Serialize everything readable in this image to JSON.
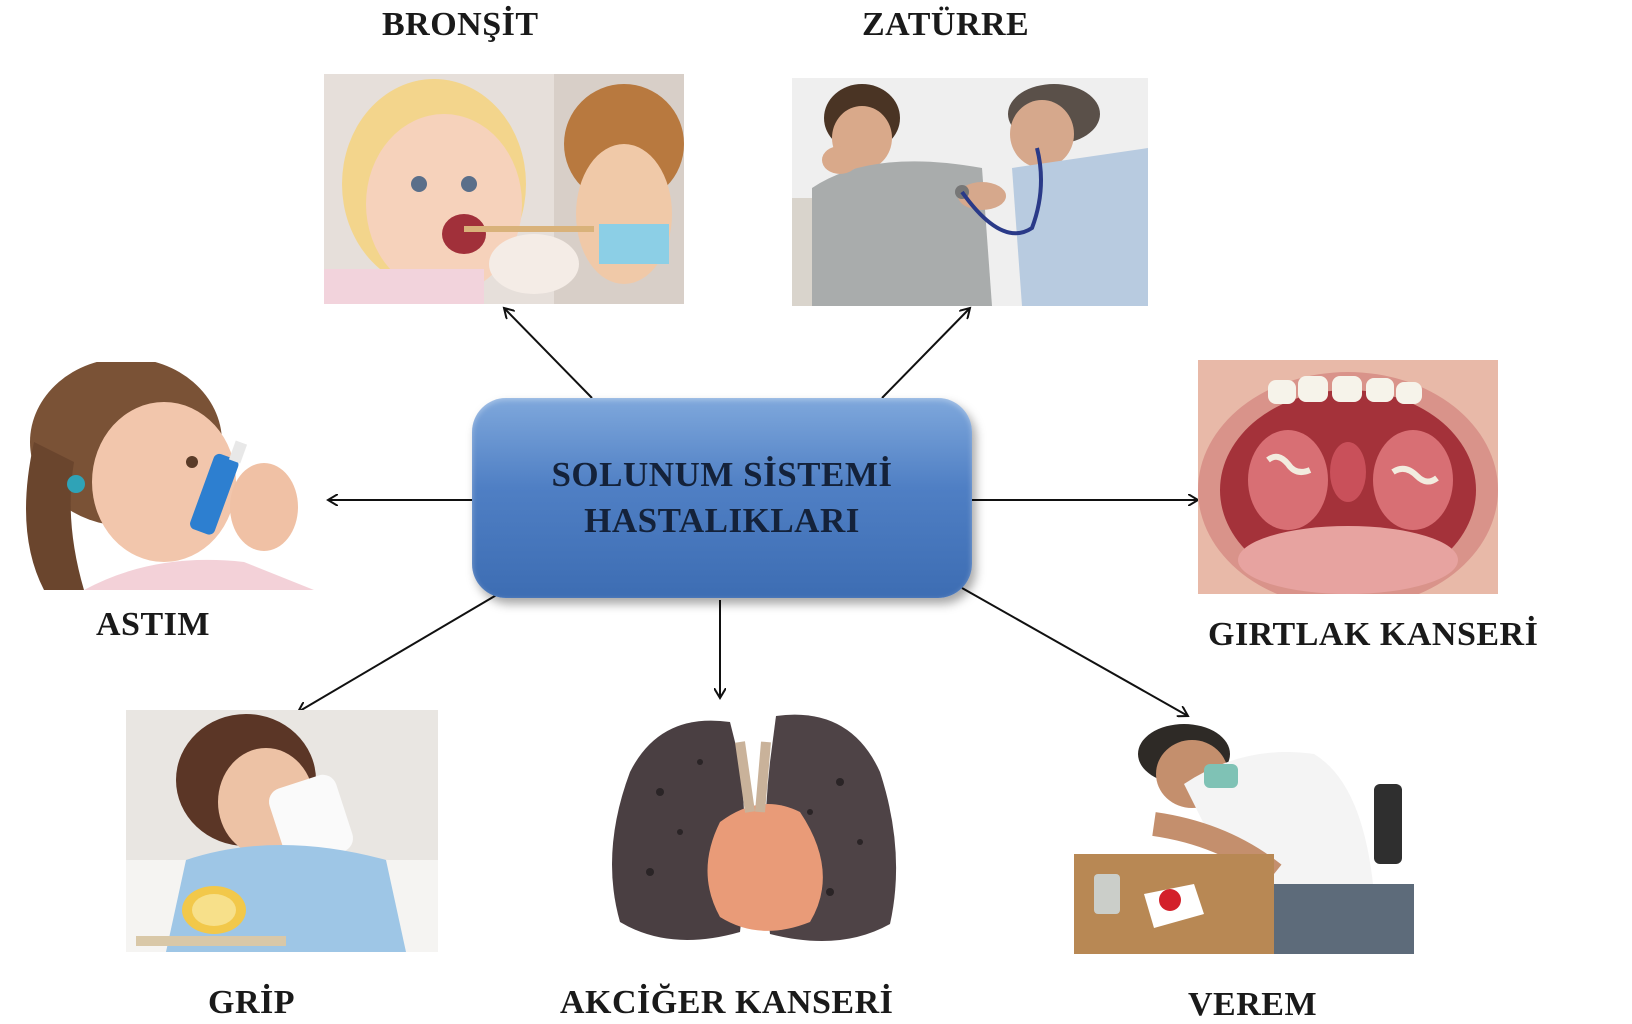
{
  "center": {
    "line1": "SOLUNUM SİSTEMİ",
    "line2": "HASTALIKLARI"
  },
  "diseases": {
    "bronsit": "BRONŞİT",
    "zaturre": "ZATÜRRE",
    "astim": "ASTIM",
    "girtlak": "GIRTLAK KANSERİ",
    "grip": "GRİP",
    "akciger": "AKCİĞER KANSERİ",
    "verem": "VEREM"
  },
  "colors": {
    "hub_top": "#7fa8dc",
    "hub_bottom": "#3d6db3",
    "text": "#1a1a1a",
    "arrow": "#111111"
  }
}
